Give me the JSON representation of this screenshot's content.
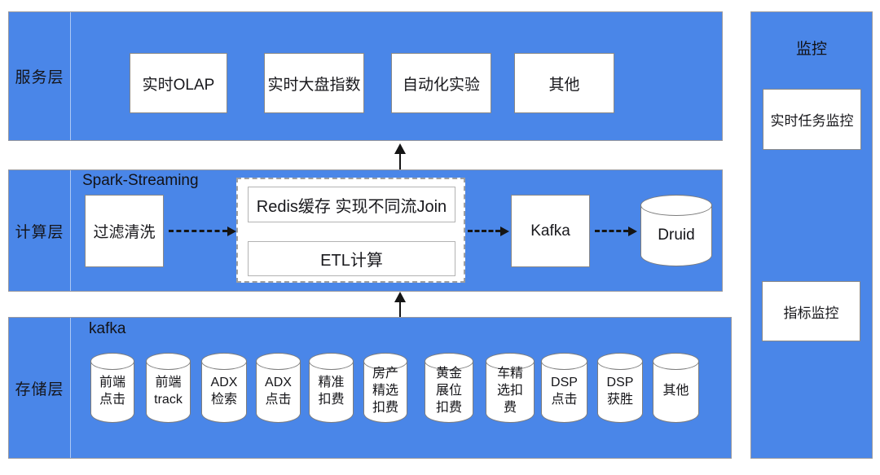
{
  "colors": {
    "layer_blue": "#4a86e8",
    "box_white": "#ffffff",
    "arrow_black": "#151515"
  },
  "layers": {
    "service": {
      "label": "服务层",
      "boxes": [
        "实时OLAP",
        "实时大盘指数",
        "自动化实验",
        "其他"
      ]
    },
    "compute": {
      "label": "计算层",
      "framework_label": "Spark-Streaming",
      "filter_box": "过滤清洗",
      "redis_join_box": "Redis缓存 实现不同流Join",
      "etl_box": "ETL计算",
      "kafka_box": "Kafka",
      "druid_store": "Druid"
    },
    "storage": {
      "label": "存储层",
      "kafka_label": "kafka",
      "topics": [
        {
          "lines": [
            "前端",
            "点击"
          ]
        },
        {
          "lines": [
            "前端",
            "track"
          ]
        },
        {
          "lines": [
            "ADX",
            "检索"
          ]
        },
        {
          "lines": [
            "ADX",
            "点击"
          ]
        },
        {
          "lines": [
            "精准",
            "扣费"
          ]
        },
        {
          "lines": [
            "房产",
            "精选",
            "扣费"
          ]
        },
        {
          "lines": [
            "黄金",
            "展位",
            "扣费"
          ]
        },
        {
          "lines": [
            "车精",
            "选扣",
            "费"
          ]
        },
        {
          "lines": [
            "DSP",
            "点击"
          ]
        },
        {
          "lines": [
            "DSP",
            "获胜"
          ]
        },
        {
          "lines": [
            "其他"
          ]
        }
      ]
    },
    "monitoring": {
      "label": "监控",
      "boxes": [
        "实时任务监控",
        "指标监控"
      ]
    }
  }
}
